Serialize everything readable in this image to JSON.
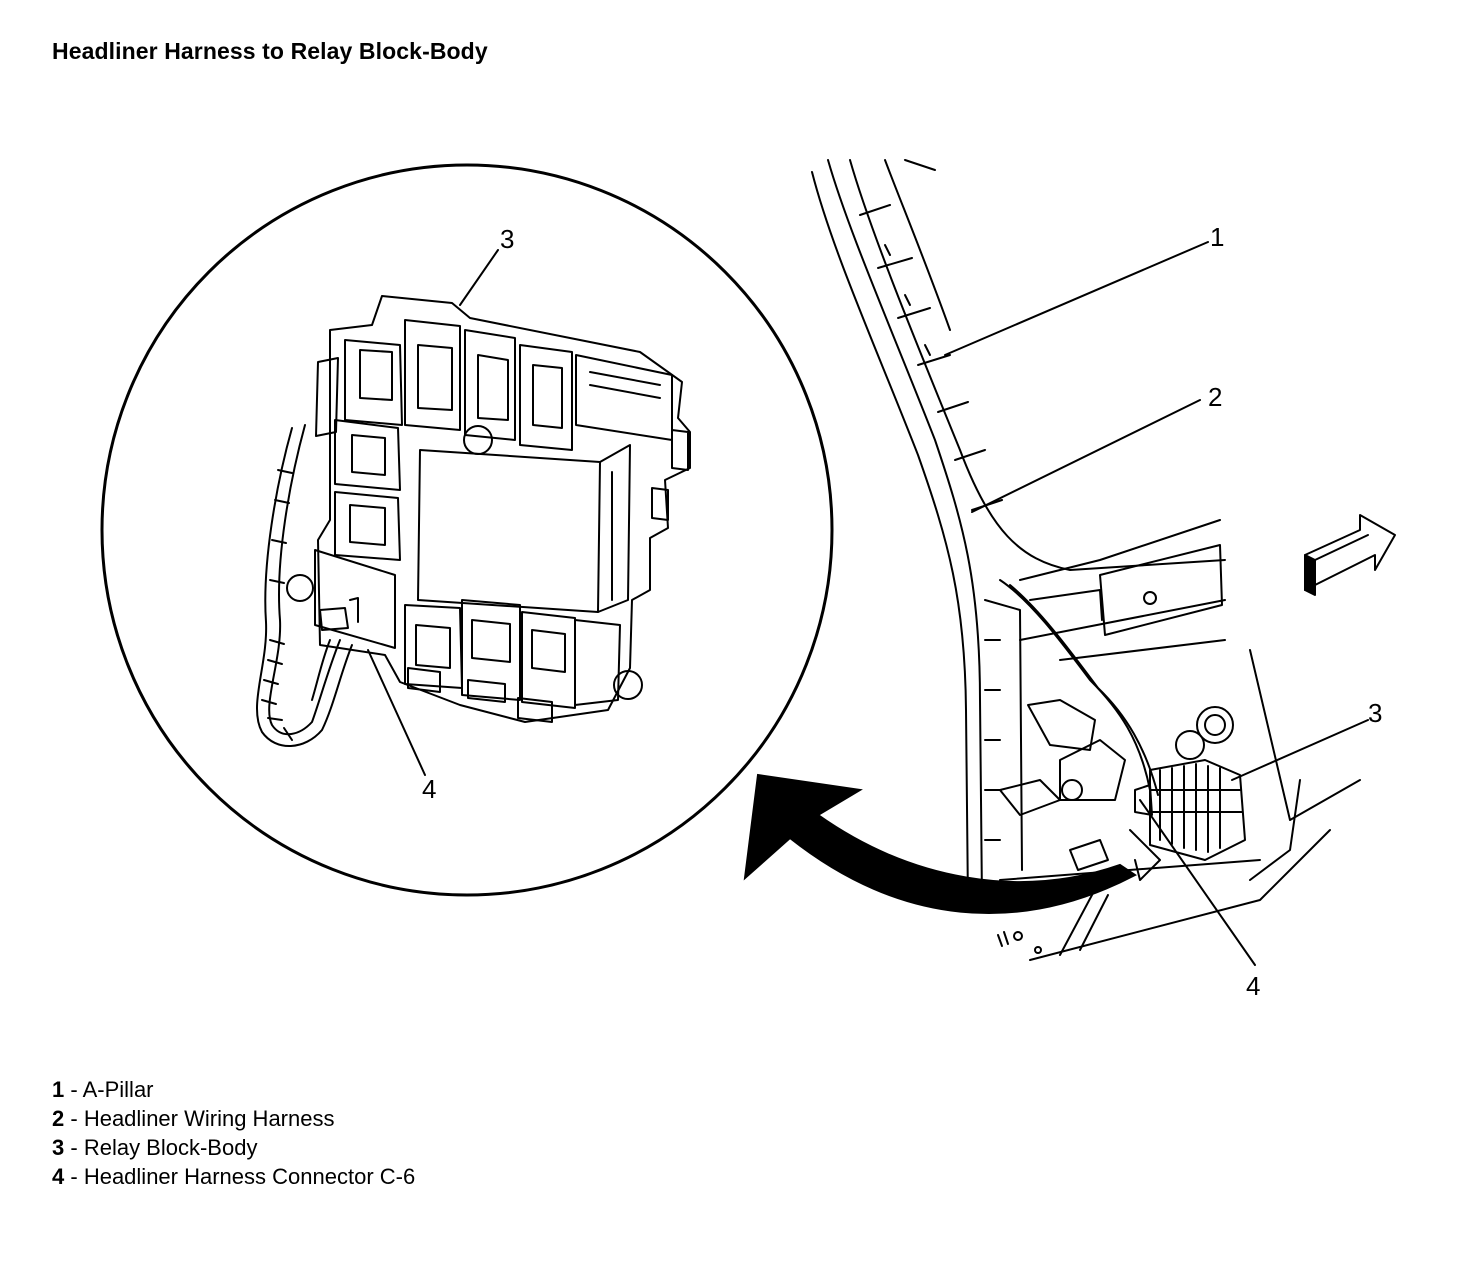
{
  "title": "Headliner Harness to Relay Block-Body",
  "callouts": {
    "detail_3": "3",
    "detail_4": "4",
    "vehicle_1": "1",
    "vehicle_2": "2",
    "vehicle_3": "3",
    "vehicle_4": "4"
  },
  "legend": [
    {
      "number": "1",
      "separator": "-",
      "label": "A-Pillar"
    },
    {
      "number": "2",
      "separator": "-",
      "label": "Headliner Wiring Harness"
    },
    {
      "number": "3",
      "separator": "-",
      "label": "Relay Block-Body"
    },
    {
      "number": "4",
      "separator": "-",
      "label": "Headliner Harness Connector C-6"
    }
  ]
}
